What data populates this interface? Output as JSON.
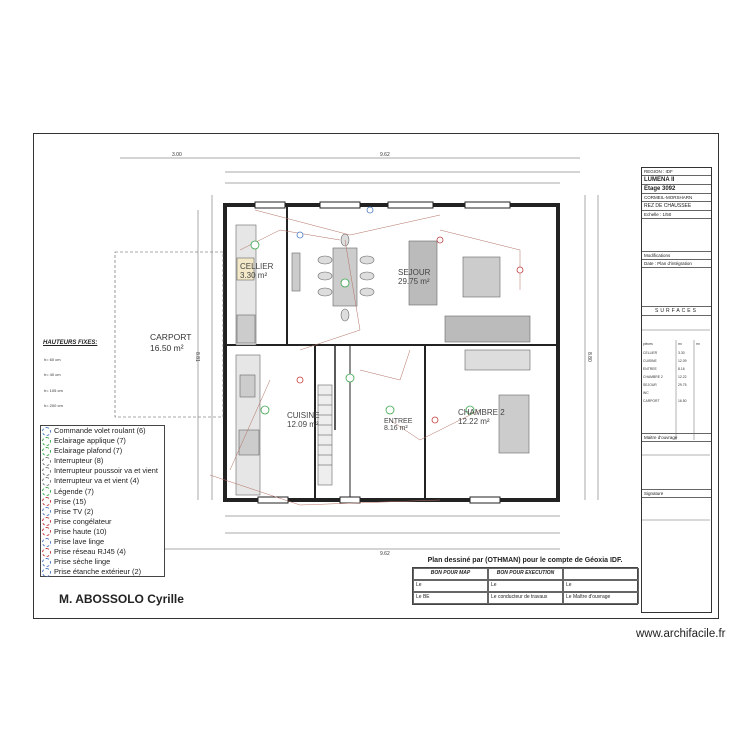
{
  "owner": "M. ABOSSOLO Cyrille",
  "credit": "www.archifacile.fr",
  "carport": {
    "name": "CARPORT",
    "area": "16.50 m²"
  },
  "rooms": {
    "cellier": {
      "name": "CELLIER",
      "area": "3.30 m²"
    },
    "sejour": {
      "name": "SEJOUR",
      "area": "29.75 m²"
    },
    "cuisine": {
      "name": "CUISINE",
      "area": "12.09 m²"
    },
    "entree": {
      "name": "ENTREE",
      "area": "8.16 m²"
    },
    "chambre": {
      "name": "CHAMBRE 2",
      "area": "12.22 m²"
    }
  },
  "hauteurs": {
    "title": "HAUTEURS FIXES:",
    "rows": [
      "h= 60 cm",
      "h= 40 cm",
      "h= 105 cm",
      "h= 200 cm"
    ]
  },
  "legend": [
    {
      "label": "Commande volet roulant (6)",
      "color": "#4a7abf"
    },
    {
      "label": "Eclairage applique (7)",
      "color": "#3aa64a"
    },
    {
      "label": "Eclairage plafond (7)",
      "color": "#3aa64a"
    },
    {
      "label": "Interrupteur (8)",
      "color": "#777777"
    },
    {
      "label": "Interrupteur poussoir va et vient",
      "color": "#777777"
    },
    {
      "label": "Interrupteur va et vient (4)",
      "color": "#777777"
    },
    {
      "label": "Légende (7)",
      "color": "#3aa64a"
    },
    {
      "label": "Prise (15)",
      "color": "#c23b3b"
    },
    {
      "label": "Prise TV (2)",
      "color": "#4a7abf"
    },
    {
      "label": "Prise congélateur",
      "color": "#c23b3b"
    },
    {
      "label": "Prise haute (10)",
      "color": "#c23b3b"
    },
    {
      "label": "Prise lave linge",
      "color": "#4a7abf"
    },
    {
      "label": "Prise réseau RJ45 (4)",
      "color": "#c23b3b"
    },
    {
      "label": "Prise sèche linge",
      "color": "#4a7abf"
    },
    {
      "label": "Prise étanche extérieur (2)",
      "color": "#4a7abf"
    }
  ],
  "cartouche": {
    "head": "Plan dessiné par (OTHMAN) pour le compte de Géoxia IDF.",
    "cols": [
      "BON POUR MAP",
      "BON POUR EXECUTION",
      ""
    ],
    "row1": [
      "Le",
      "Le",
      "Le"
    ],
    "row2": [
      "Le BE",
      "Le conducteur de travaux",
      "Le Maître d'ouvrage"
    ]
  },
  "titleblock": {
    "region": "REGION : IDF",
    "model": "LUMENA II",
    "stage": "Etage 3092",
    "address": "CORMEIL-MORSHARN",
    "level": "REZ DE CHAUSSEE",
    "scale": "Echelle : 1/50",
    "rows": [
      "Modifications",
      "Date : Plan d'intégration"
    ],
    "surfaces": "SURFACES",
    "maitre": "Maitre d'ouvrage",
    "signature": "Signature"
  },
  "dims": {
    "top_total": "9.62",
    "top_left": "3.00",
    "bottom_total": "9.62",
    "right_total": "8.80",
    "left_total": "8.81"
  }
}
